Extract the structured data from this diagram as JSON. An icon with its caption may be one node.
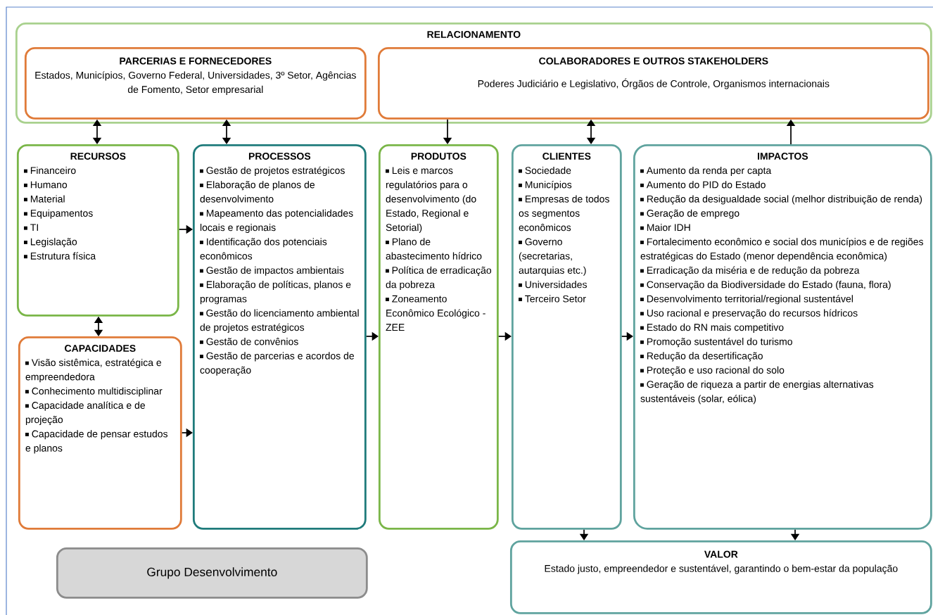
{
  "diagram": {
    "nodes": [
      {
        "text": [
          "RELACIONAMENTO"
        ]
      },
      {
        "text": [
          "PARCERIAS E FORNECEDORES",
          "Estados, Municípios, Governo Federal, Universidades, 3º Setor, Agências de Fomento, Setor empresarial"
        ],
        "in": 0
      },
      {
        "text": [
          "COLABORADORES E OUTROS STAKEHOLDERS",
          "Poderes Judiciário e Legislativo, Órgãos de Controle, Organismos internacionais"
        ],
        "in": 0
      },
      {
        "text": [
          "RECURSOS",
          "Financeiro",
          "Humano",
          "Material",
          "Equipamentos",
          "TI",
          "Legislação",
          "Estrutura física"
        ]
      },
      {
        "text": [
          "CAPACIDADES",
          "Visão sistêmica, estratégica e empreendedora",
          "Conhecimento multidisciplinar",
          "Capacidade analítica e de projeção",
          "Capacidade de pensar estudos e planos"
        ]
      },
      {
        "text": [
          "PROCESSOS",
          "Gestão de projetos estratégicos",
          "Elaboração de planos de desenvolvimento",
          "Mapeamento das potencialidades locais e regionais",
          "Identificação dos potenciais econômicos",
          "Gestão de impactos ambientais",
          "Elaboração de políticas, planos e programas",
          "Gestão do licenciamento ambiental de projetos estratégicos",
          "Gestão de convênios",
          "Gestão de parcerias e acordos de cooperação"
        ]
      },
      {
        "text": [
          "PRODUTOS",
          "Leis e marcos regulatórios para o desenvolvimento (do Estado, Regional e Setorial)",
          "Plano de abastecimento hídrico",
          "Política de erradicação da pobreza",
          "Zoneamento Econômico Ecológico - ZEE"
        ]
      },
      {
        "text": [
          "CLIENTES",
          "Sociedade",
          "Municípios",
          "Empresas de todos os segmentos econômicos",
          "Governo (secretarias, autarquias etc.)",
          "Universidades",
          "Terceiro Setor"
        ]
      },
      {
        "text": [
          "IMPACTOS",
          "Aumento da renda per capta",
          "Aumento do PID do Estado",
          "Redução da desigualdade social (melhor distribuição de renda)",
          "Geração de emprego",
          "Maior IDH",
          "Fortalecimento econômico e social dos municípios e de regiões estratégicas do Estado (menor dependência econômica)",
          "Erradicação da miséria e de redução da pobreza",
          "Conservação da Biodiversidade do Estado (fauna, flora)",
          "Desenvolvimento territorial/regional sustentável",
          "Uso racional e preservação do recursos hídricos",
          "Estado do RN mais competitivo",
          "Promoção sustentável do turismo",
          "Redução da desertificação",
          "Proteção e uso racional do solo",
          "Geração de riqueza a partir de energias alternativas sustentáveis (solar, eólica)"
        ]
      },
      {
        "text": [
          "VALOR",
          "Estado justo, empreendedor e sustentável, garantindo o bem-estar da população"
        ]
      },
      {
        "text": [
          "Grupo Desenvolvimento"
        ]
      }
    ],
    "edges": [
      {
        "from": 1,
        "to": 3,
        "arrow": "both"
      },
      {
        "from": 1,
        "to": 5,
        "arrow": "both"
      },
      {
        "from": 2,
        "to": 6,
        "arrow": "to"
      },
      {
        "from": 2,
        "to": 7,
        "arrow": "both"
      },
      {
        "from": 8,
        "to": 2,
        "arrow": "to"
      },
      {
        "from": 3,
        "to": 4,
        "arrow": "both"
      },
      {
        "from": 3,
        "to": 5,
        "arrow": "to"
      },
      {
        "from": 4,
        "to": 5,
        "arrow": "to"
      },
      {
        "from": 5,
        "to": 6,
        "arrow": "to"
      },
      {
        "from": 6,
        "to": 7,
        "arrow": "to"
      },
      {
        "from": 7,
        "to": 8,
        "arrow": "to"
      },
      {
        "from": 7,
        "to": 9,
        "arrow": "to"
      },
      {
        "from": 8,
        "to": 9,
        "arrow": "to"
      }
    ]
  }
}
